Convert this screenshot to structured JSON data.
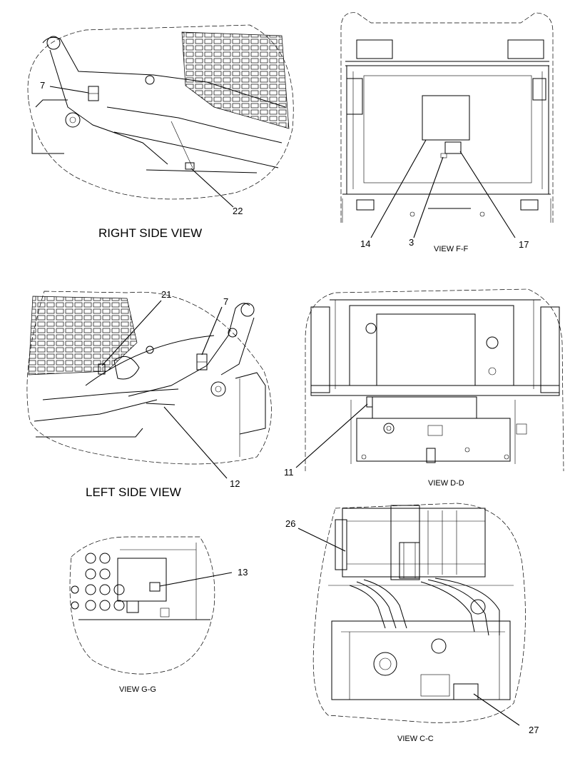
{
  "views": {
    "right_side": {
      "title": "RIGHT SIDE VIEW",
      "callouts": {
        "c7": "7",
        "c22": "22"
      }
    },
    "view_ff": {
      "title": "VIEW F-F",
      "callouts": {
        "c14": "14",
        "c3": "3",
        "c17": "17"
      }
    },
    "left_side": {
      "title": "LEFT SIDE VIEW",
      "callouts": {
        "c21": "21",
        "c7": "7",
        "c12": "12"
      }
    },
    "view_dd": {
      "title": "VIEW D-D",
      "callouts": {
        "c11": "11"
      }
    },
    "view_gg": {
      "title": "VIEW G-G",
      "callouts": {
        "c13": "13"
      }
    },
    "view_cc": {
      "title": "VIEW C-C",
      "callouts": {
        "c26": "26",
        "c27": "27"
      }
    }
  }
}
